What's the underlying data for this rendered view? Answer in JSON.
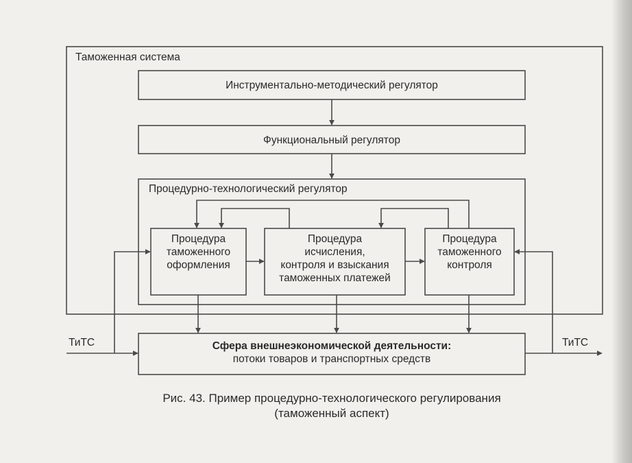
{
  "diagram": {
    "customs_system_label": "Таможенная система",
    "instrumental_regulator": "Инструментально-методический регулятор",
    "functional_regulator": "Функциональный регулятор",
    "procedural_regulator": "Процедурно-технологический регулятор",
    "procedures": [
      {
        "lines": [
          "Процедура",
          "таможенного",
          "оформления"
        ]
      },
      {
        "lines": [
          "Процедура",
          "исчисления,",
          "контроля и взыскания",
          "таможенных платежей"
        ]
      },
      {
        "lines": [
          "Процедура",
          "таможенного",
          "контроля"
        ]
      }
    ],
    "fea_sphere": {
      "title": "Сфера внешнеэкономической деятельности:",
      "subtitle": "потоки товаров и транспортных средств"
    },
    "flow_in_label": "ТиТС",
    "flow_out_label": "ТиТС"
  },
  "caption": {
    "line1": "Рис. 43. Пример процедурно-технологического регулирования",
    "line2": "(таможенный аспект)"
  },
  "colors": {
    "ink": "#4a4a4a",
    "paper": "#f1f0ec"
  }
}
